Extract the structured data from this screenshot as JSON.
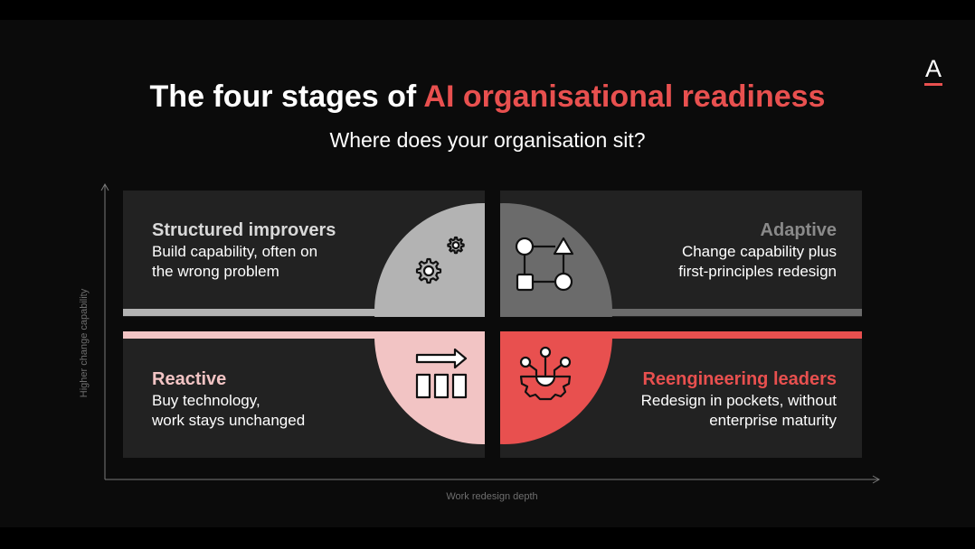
{
  "title": {
    "prefix": "The four stages of ",
    "highlight": "AI organisational readiness"
  },
  "subtitle": "Where does your organisation sit?",
  "logo": {
    "letter": "A",
    "accent_color": "#e8504f"
  },
  "axes": {
    "y_label": "Higher change capability",
    "x_label": "Work redesign depth"
  },
  "quadrants": [
    {
      "heading": "Structured improvers",
      "desc_line1": "Build capability, often on",
      "desc_line2": "the wrong problem",
      "heading_color": "#d9d9d9",
      "accent_color": "#b3b3b3",
      "icon": "gears-icon"
    },
    {
      "heading": "Adaptive",
      "desc_line1": "Change capability plus",
      "desc_line2": "first-principles redesign",
      "heading_color": "#8a8a8a",
      "accent_color": "#6b6b6b",
      "icon": "process-flow-icon"
    },
    {
      "heading": "Reactive",
      "desc_line1": "Buy technology,",
      "desc_line2": "work stays unchanged",
      "heading_color": "#f2c4c4",
      "accent_color": "#f2c4c4",
      "icon": "arrow-boxes-icon"
    },
    {
      "heading": "Reengineering leaders",
      "desc_line1": "Redesign in pockets, without",
      "desc_line2": "enterprise maturity",
      "heading_color": "#e8504f",
      "accent_color": "#e8504f",
      "icon": "gear-network-icon"
    }
  ]
}
